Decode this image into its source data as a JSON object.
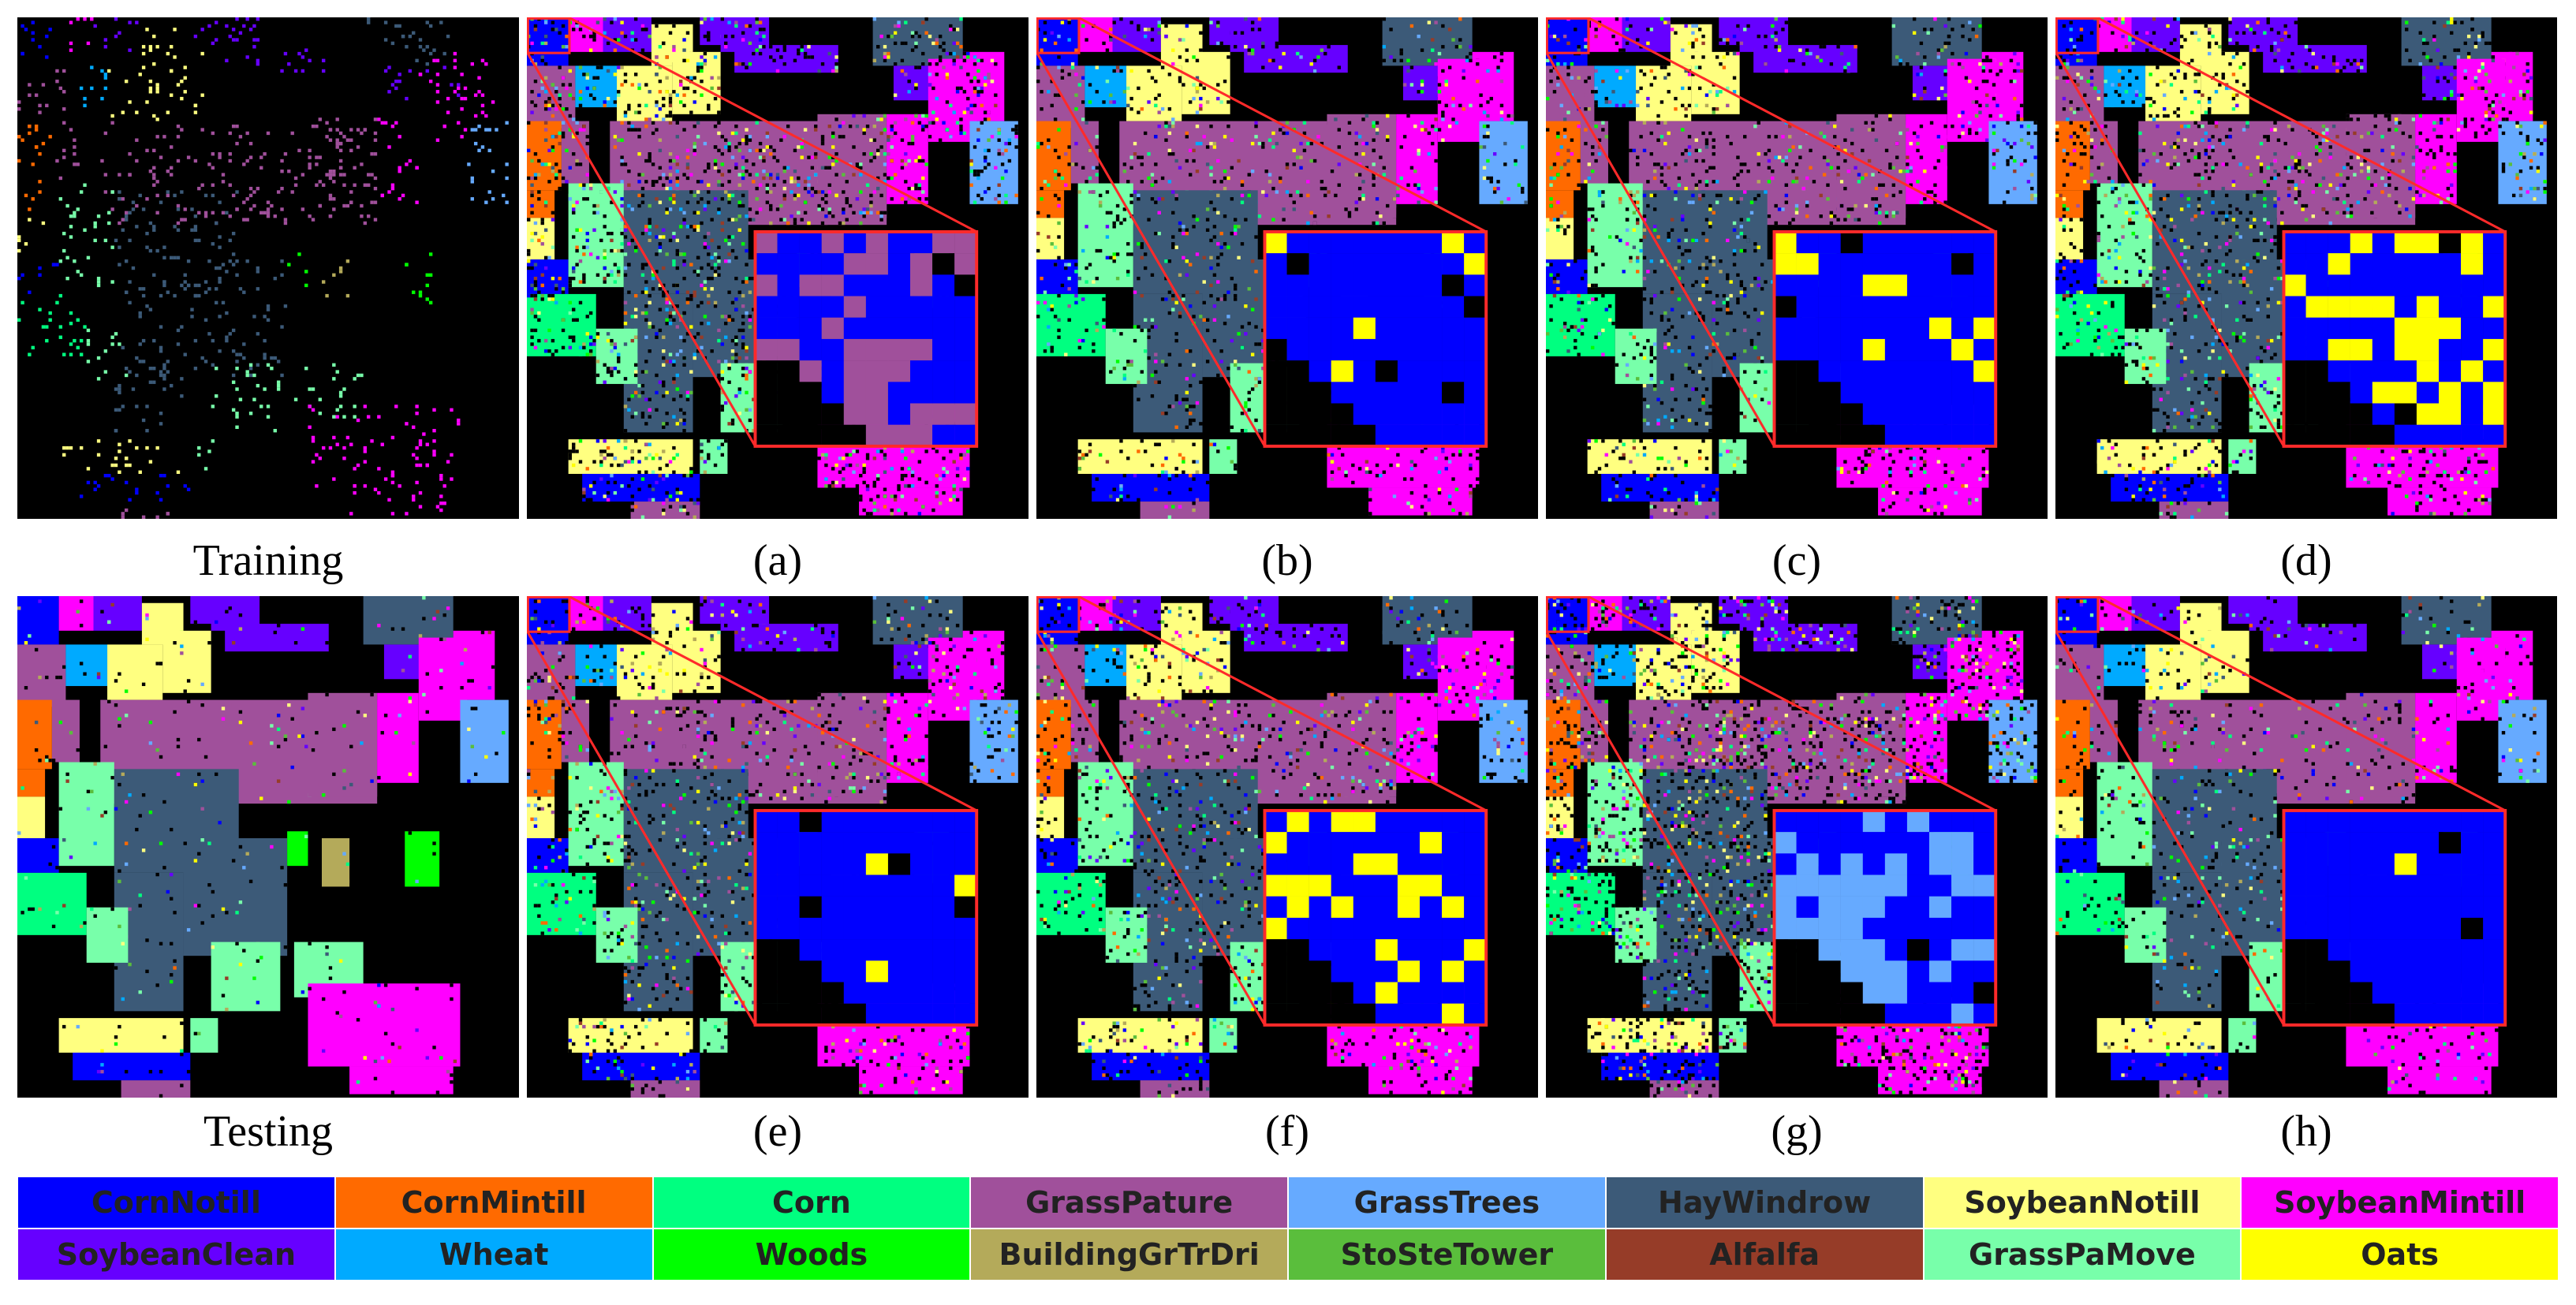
{
  "figure": {
    "row1_captions": [
      "Training",
      "(a)",
      "(b)",
      "(c)",
      "(d)"
    ],
    "row2_captions": [
      "Testing",
      "(e)",
      "(f)",
      "(g)",
      "(h)"
    ]
  },
  "legend": [
    {
      "label": "CornNotill",
      "color": "#0000ff"
    },
    {
      "label": "CornMintill",
      "color": "#ff6a00"
    },
    {
      "label": "Corn",
      "color": "#00ff80"
    },
    {
      "label": "GrassPature",
      "color": "#a0509b"
    },
    {
      "label": "GrassTrees",
      "color": "#66aaff"
    },
    {
      "label": "HayWindrow",
      "color": "#3c5a78"
    },
    {
      "label": "SoybeanNotill",
      "color": "#ffff80"
    },
    {
      "label": "SoybeanMintill",
      "color": "#ff00ff"
    },
    {
      "label": "SoybeanClean",
      "color": "#6600ff"
    },
    {
      "label": "Wheat",
      "color": "#00aaff"
    },
    {
      "label": "Woods",
      "color": "#00ff00"
    },
    {
      "label": "BuildingGrTrDri",
      "color": "#b4aa5a"
    },
    {
      "label": "StoSteTower",
      "color": "#5abe3c"
    },
    {
      "label": "Alfalfa",
      "color": "#963c28"
    },
    {
      "label": "GrassPaMove",
      "color": "#78ffaa"
    },
    {
      "label": "Oats",
      "color": "#ffff00"
    }
  ],
  "colors": {
    "inset_border": "#ff2a2a",
    "background": "#000000"
  }
}
